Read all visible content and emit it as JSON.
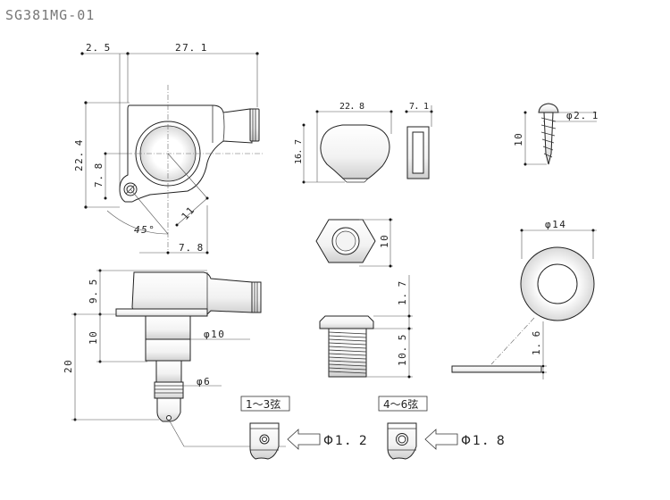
{
  "title": "SG381MG-01",
  "top_view": {
    "dim_offset": "2．5",
    "dim_length": "27．1",
    "dim_height": "22．4",
    "dim_center": "7．8",
    "dim_radius": "11",
    "dim_angle": "45°",
    "dim_bottom": "7．8"
  },
  "side_view": {
    "dim_cap": "9．5",
    "dim_bushing": "10",
    "dim_total": "20",
    "dim_dia10": "φ10",
    "dim_dia6": "φ6"
  },
  "knob": {
    "dim_width": "22．8",
    "dim_height": "16．7",
    "dim_thick": "7．1"
  },
  "screw": {
    "dim_len": "10",
    "dim_dia": "φ2．1"
  },
  "nut": {
    "dim_size": "10"
  },
  "bushing": {
    "dim_flange": "1．7",
    "dim_len": "10．5"
  },
  "washer": {
    "dim_dia": "φ14",
    "dim_thick": "1．6"
  },
  "holes": [
    {
      "label": "1～3弦",
      "dia": "Φ1．2"
    },
    {
      "label": "4～6弦",
      "dia": "Φ1．8"
    }
  ]
}
